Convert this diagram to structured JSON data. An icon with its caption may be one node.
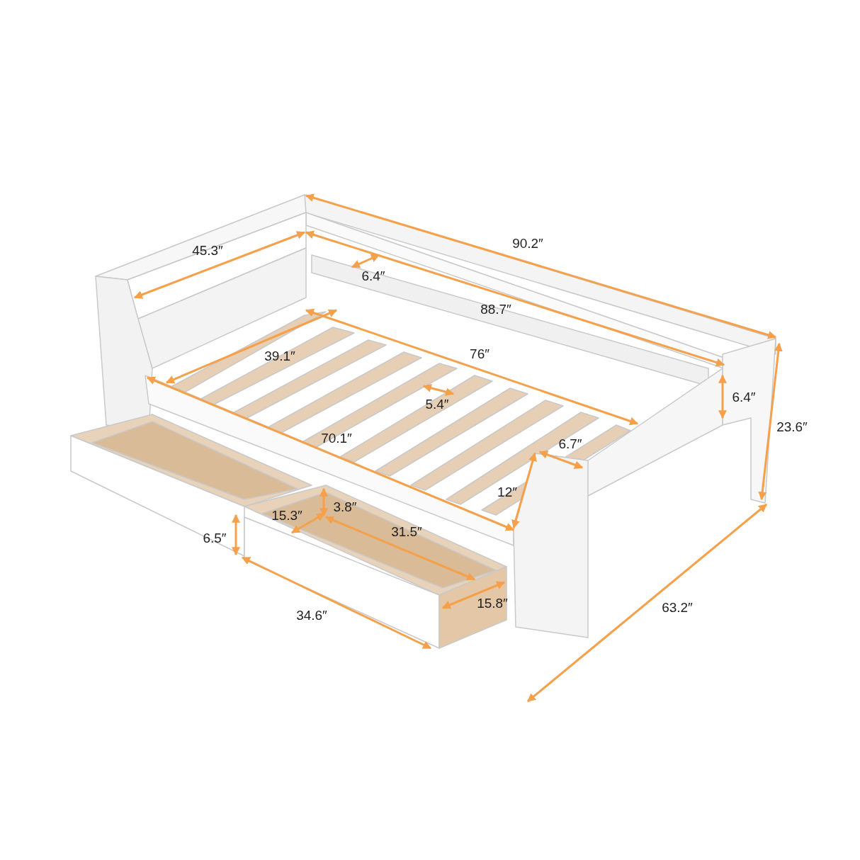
{
  "diagram": {
    "labels": [
      "90.2″",
      "45.3″",
      "6.4″",
      "88.7″",
      "39.1″",
      "76″",
      "6.4″",
      "23.6″",
      "5.4″",
      "70.1″",
      "6.7″",
      "12″",
      "15.3″",
      "3.8″",
      "31.5″",
      "6.5″",
      "15.8″",
      "34.6″",
      "63.2″"
    ]
  }
}
